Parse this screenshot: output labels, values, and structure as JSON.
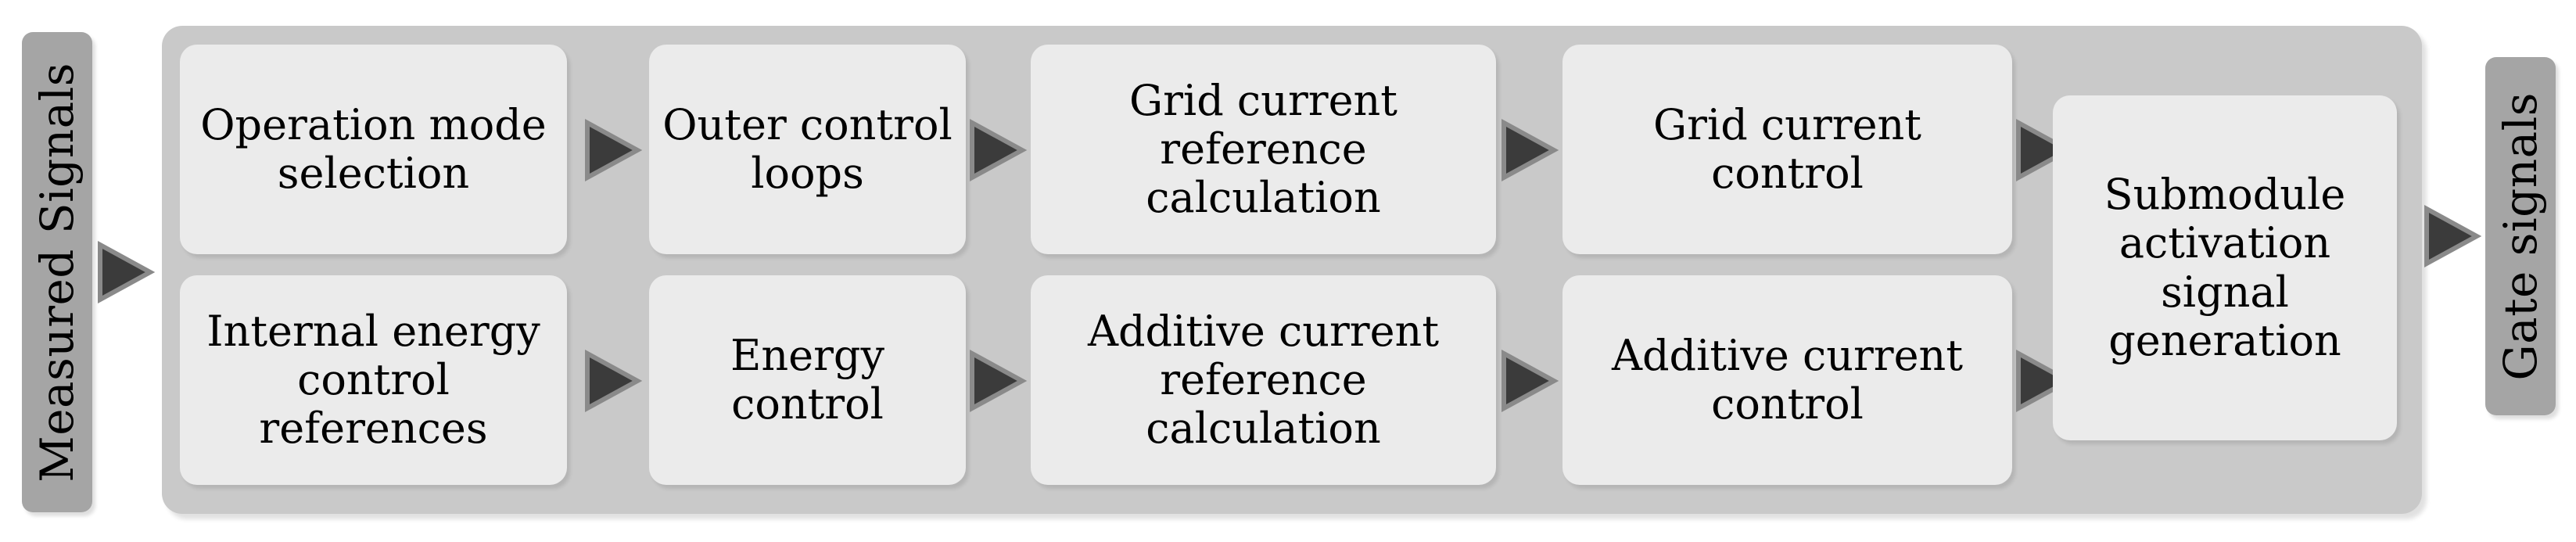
{
  "diagram": {
    "title": "MMC control structure block diagram",
    "colors": {
      "page_background": "#ffffff",
      "outer_container": "#c9c9c9",
      "block_fill": "#ebebeb",
      "side_label_fill": "#a5a5a5",
      "arrow_fill": "#3b3b3b",
      "arrow_stroke": "#8a8a8a",
      "text": "#000000"
    },
    "input_label": "Measured Signals",
    "output_label": "Gate signals",
    "rows": [
      {
        "name": "grid-control-chain",
        "blocks": [
          {
            "id": "operation-mode-selection",
            "label": "Operation mode selection"
          },
          {
            "id": "outer-control-loops",
            "label": "Outer control loops"
          },
          {
            "id": "grid-current-reference-calculation",
            "label": "Grid current reference calculation"
          },
          {
            "id": "grid-current-control",
            "label": "Grid current control"
          }
        ]
      },
      {
        "name": "energy-control-chain",
        "blocks": [
          {
            "id": "internal-energy-control-references",
            "label": "Internal energy control references"
          },
          {
            "id": "energy-control",
            "label": "Energy control"
          },
          {
            "id": "additive-current-reference-calculation",
            "label": "Additive current reference calculation"
          },
          {
            "id": "additive-current-control",
            "label": "Additive current control"
          }
        ]
      }
    ],
    "merge_block": {
      "id": "submodule-activation-signal-generation",
      "label": "Submodule activation signal generation"
    },
    "arrows": [
      {
        "id": "arrow-input-to-operation-mode"
      },
      {
        "id": "arrow-operation-mode-to-outer-control"
      },
      {
        "id": "arrow-outer-control-to-grid-current-reference"
      },
      {
        "id": "arrow-grid-current-reference-to-grid-current-control"
      },
      {
        "id": "arrow-grid-current-control-to-submodule"
      },
      {
        "id": "arrow-internal-energy-to-energy-control"
      },
      {
        "id": "arrow-energy-control-to-additive-current-reference"
      },
      {
        "id": "arrow-additive-current-reference-to-additive-current-control"
      },
      {
        "id": "arrow-additive-current-control-to-submodule"
      },
      {
        "id": "arrow-submodule-to-output"
      }
    ]
  }
}
